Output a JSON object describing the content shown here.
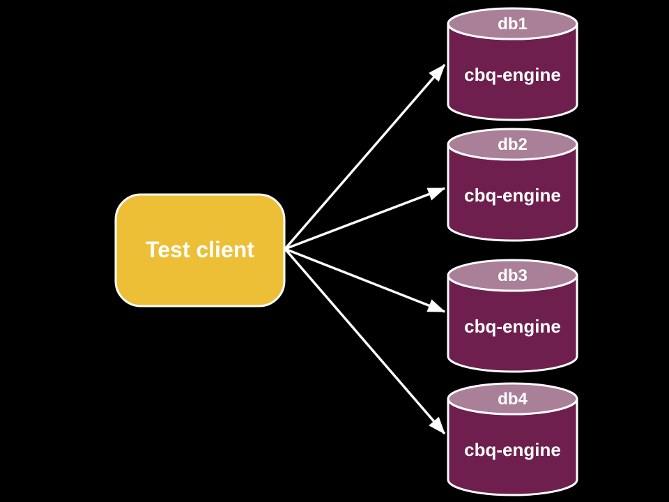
{
  "diagram": {
    "client": {
      "label": "Test client"
    },
    "databases": [
      {
        "name": "db1",
        "engine": "cbq-engine"
      },
      {
        "name": "db2",
        "engine": "cbq-engine"
      },
      {
        "name": "db3",
        "engine": "cbq-engine"
      },
      {
        "name": "db4",
        "engine": "cbq-engine"
      }
    ],
    "connections": [
      {
        "from": "Test client",
        "to": "db1"
      },
      {
        "from": "Test client",
        "to": "db2"
      },
      {
        "from": "Test client",
        "to": "db3"
      },
      {
        "from": "Test client",
        "to": "db4"
      }
    ]
  },
  "colors": {
    "background": "#000000",
    "client-fill": "#edbf37",
    "cylinder-body": "#6e1f4d",
    "cylinder-top": "#aa7f98",
    "outline": "#ffffff",
    "connector": "#ffffff",
    "text": "#ffffff"
  }
}
